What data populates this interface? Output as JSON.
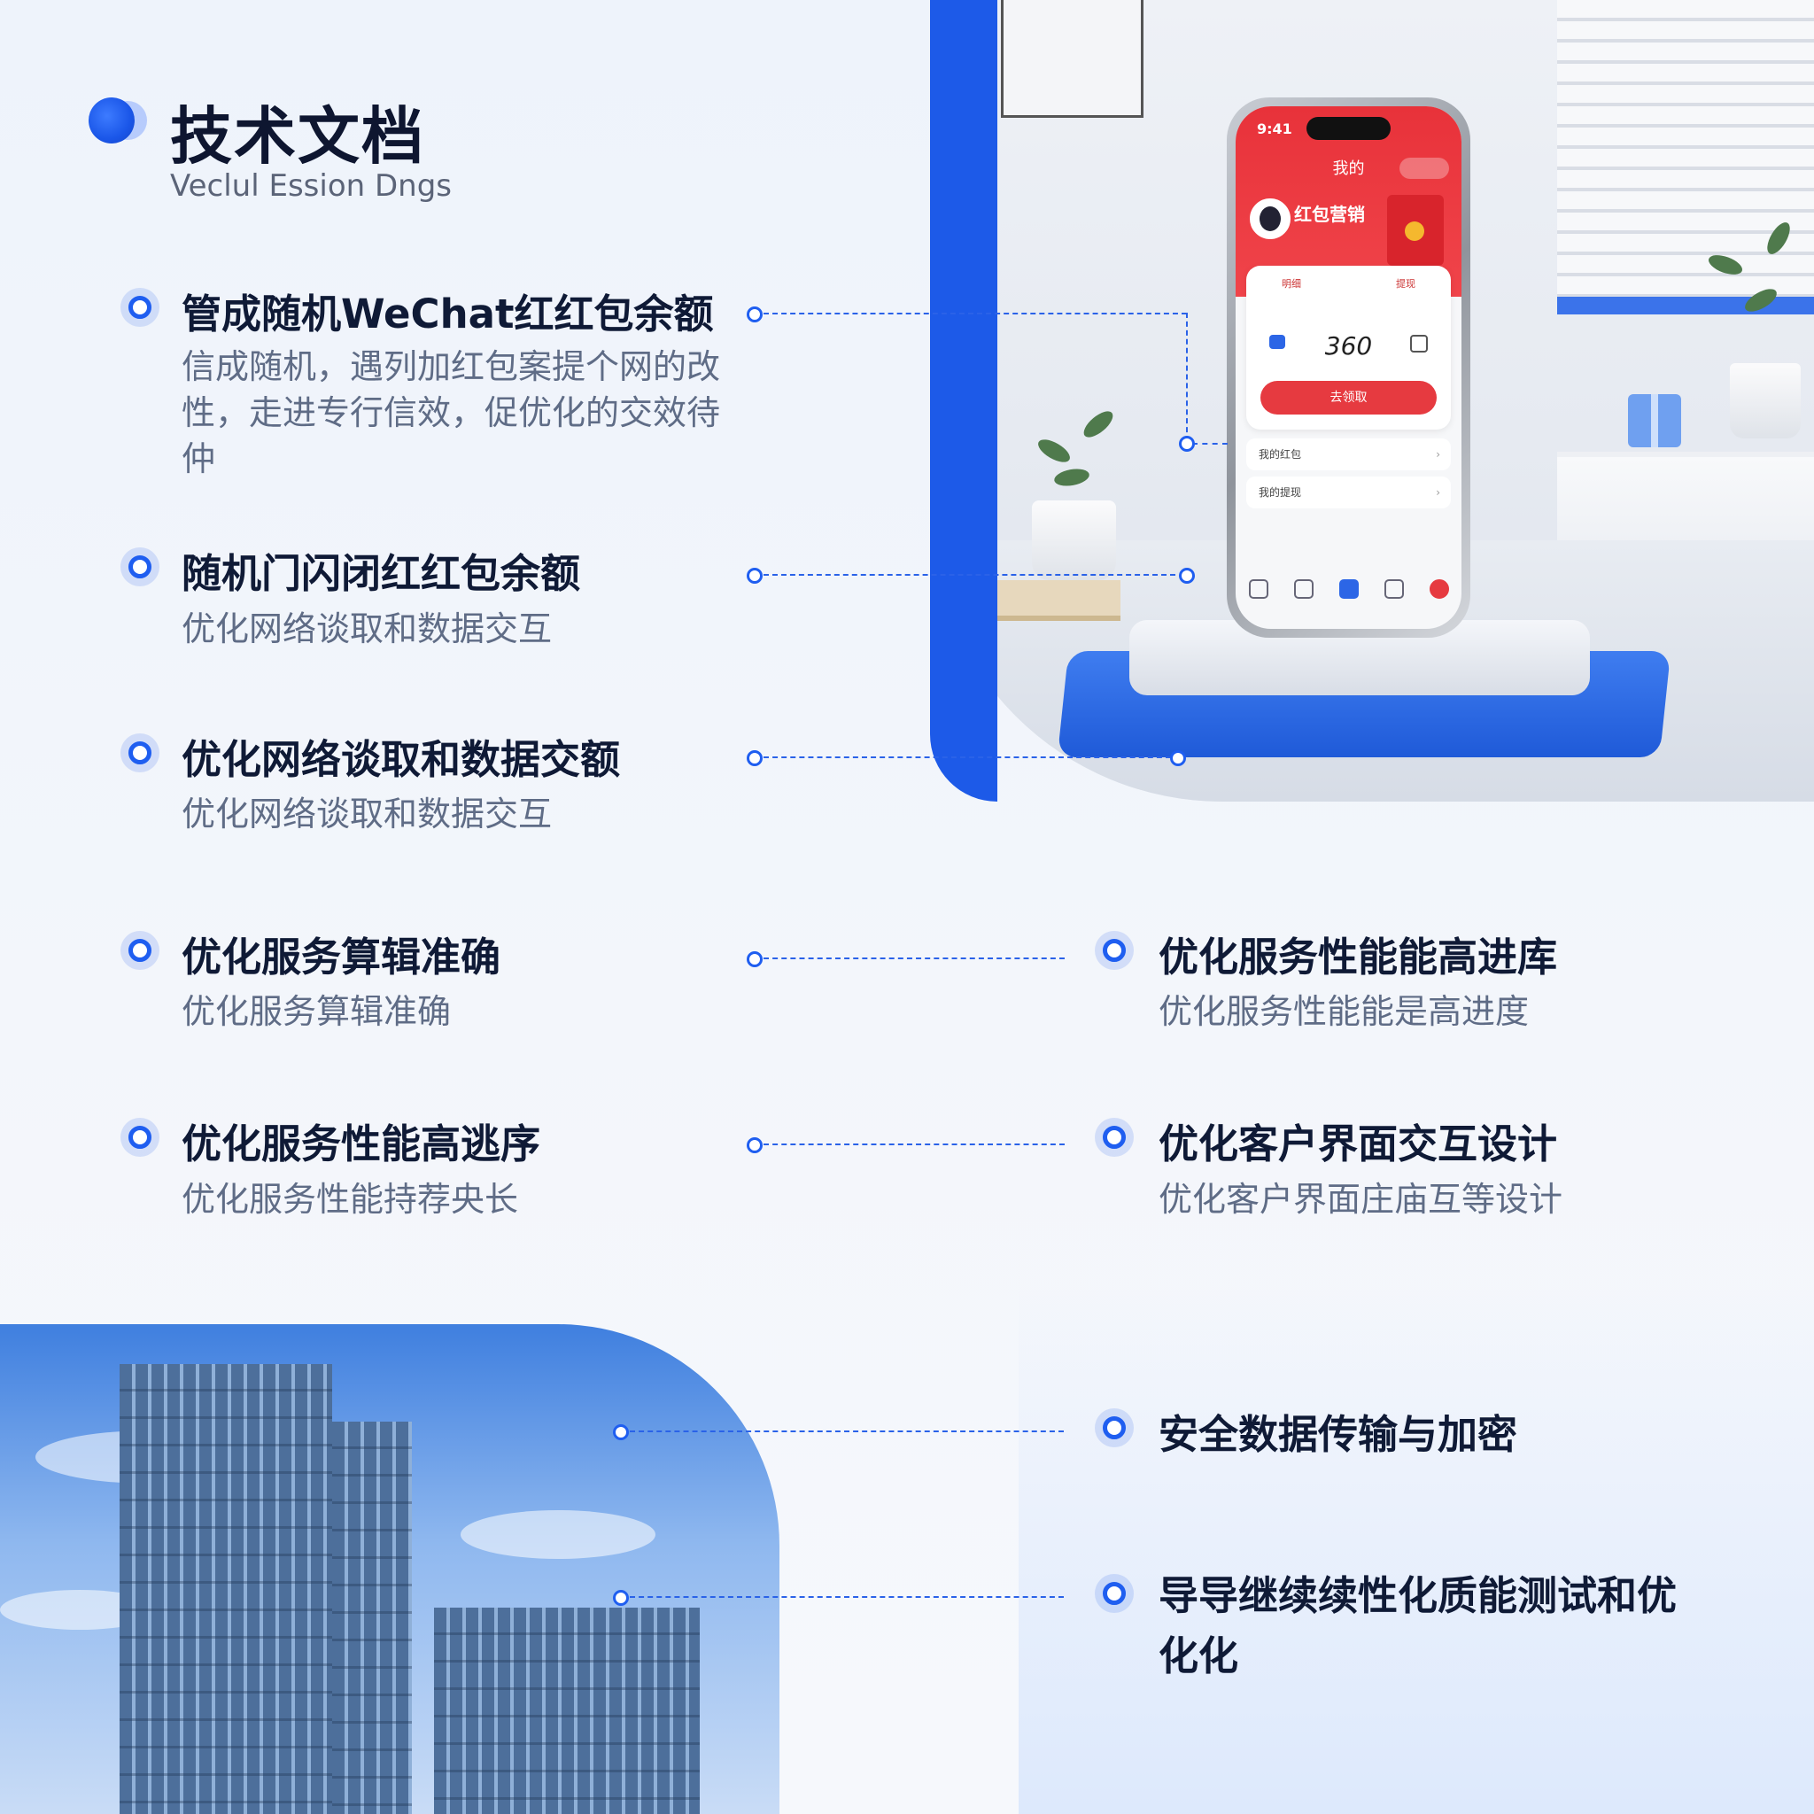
{
  "header": {
    "title": "技术文档",
    "subtitle": "Veclul Ession Dngs"
  },
  "features_left": [
    {
      "title": "管成随机WeChat红红包余额",
      "desc": "信成随机，遇列加红包案提个网的改性，走进专行信效，促优化的交效待仲"
    },
    {
      "title": "随机门闪闭红红包余额",
      "desc": "优化网络谈取和数据交互"
    },
    {
      "title": "优化网络谈取和数据交额",
      "desc": "优化网络谈取和数据交互"
    },
    {
      "title": "优化服务算辑准确",
      "desc": "优化服务算辑准确"
    },
    {
      "title": "优化服务性能高逃序",
      "desc": "优化服务性能持荐央长"
    }
  ],
  "features_right": [
    {
      "title": "优化服务性能能高进库",
      "desc": "优化服务性能能是高进度"
    },
    {
      "title": "优化客户界面交互设计",
      "desc": "优化客户界面庄庙互等设计"
    },
    {
      "title": "安全数据传输与加密",
      "desc": ""
    },
    {
      "title": "导导继续续性化质能测试和优化化",
      "desc": ""
    }
  ],
  "phone": {
    "time": "9:41",
    "title": "我的",
    "name": "红包营销",
    "tab_left": "明细",
    "tab_right": "提现",
    "amount": "360",
    "button": "去领取",
    "row1": "我的红包",
    "row2": "我的提现",
    "chevron": "›"
  },
  "colors": {
    "accent": "#1f5ef0",
    "brand_blue": "#1d5ae8",
    "wechat_red": "#e63a40",
    "title_text": "#0f1a36",
    "desc_text": "#5f6c86"
  }
}
